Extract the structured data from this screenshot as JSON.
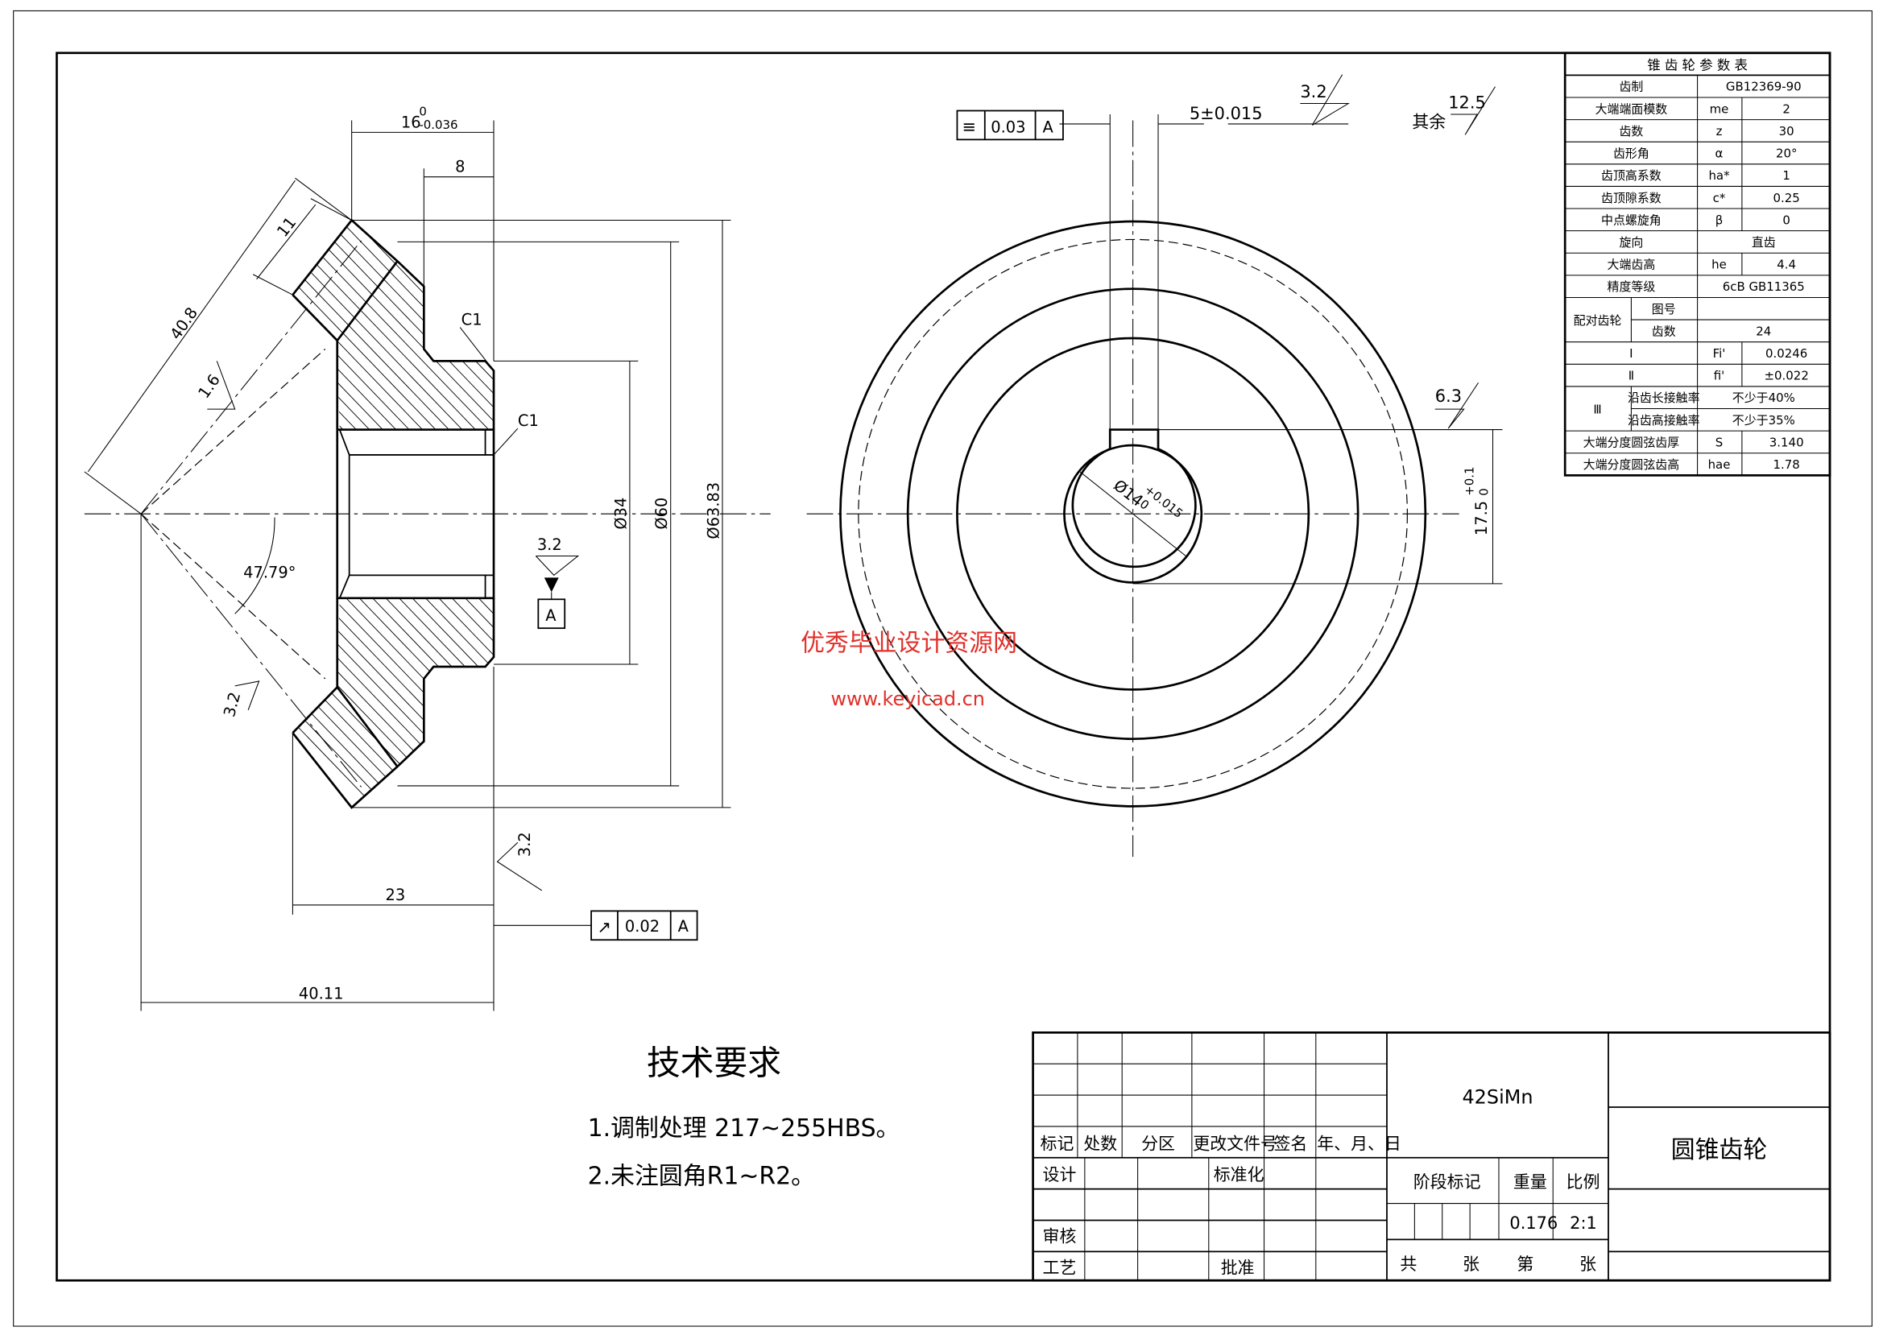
{
  "left_view": {
    "dim_16": "16",
    "dim_16_tol_upper": "0",
    "dim_16_tol_lower": "-0.036",
    "dim_8": "8",
    "dim_11": "11",
    "dim_40_8": "40.8",
    "dim_1_6": "1.6",
    "chamfer_1": "C1",
    "chamfer_2": "C1",
    "angle": "47.79°",
    "rough_3_2_a": "3.2",
    "rough_3_2_b": "3.2",
    "rough_3_2_c": "3.2",
    "datum_a": "A",
    "dia_34": "Ø34",
    "dia_60": "Ø60",
    "dia_63_83": "Ø63.83",
    "dim_23": "23",
    "dim_40_11": "40.11",
    "runout_value": "0.02",
    "runout_datum": "A"
  },
  "right_view": {
    "symmetry_value": "0.03",
    "symmetry_datum": "A",
    "keyway_width": "5±0.015",
    "rough_3_2": "3.2",
    "rough_rest_label": "其余",
    "rough_12_5": "12.5",
    "rough_6_3": "6.3",
    "bore_dia": "Ø14",
    "bore_tol_upper": "+0.015",
    "bore_tol_lower": "0",
    "key_depth": "17.5",
    "key_depth_tol_upper": "+0.1",
    "key_depth_tol_lower": "0"
  },
  "watermark": {
    "line1": "优秀毕业设计资源网",
    "line2": "www.keyicad.cn"
  },
  "tech_req": {
    "title": "技术要求",
    "items": [
      "1.调制处理 217~255HBS。",
      "2.未注圆角R1~R2。"
    ]
  },
  "param_table": {
    "title": "锥 齿 轮 参 数 表",
    "rows": [
      {
        "label": "齿制",
        "value": "GB12369-90"
      },
      {
        "label": "大端端面模数",
        "symbol": "me",
        "value": "2"
      },
      {
        "label": "齿数",
        "symbol": "z",
        "value": "30"
      },
      {
        "label": "齿形角",
        "symbol": "α",
        "value": "20°"
      },
      {
        "label": "齿顶高系数",
        "symbol": "ha*",
        "value": "1"
      },
      {
        "label": "齿顶隙系数",
        "symbol": "c*",
        "value": "0.25"
      },
      {
        "label": "中点螺旋角",
        "symbol": "β",
        "value": "0"
      },
      {
        "label": "旋向",
        "value": "直齿"
      },
      {
        "label": "大端齿高",
        "symbol": "he",
        "value": "4.4"
      },
      {
        "label": "精度等级",
        "value": "6cB GB11365"
      }
    ],
    "mating": {
      "label": "配对齿轮",
      "drawing_no_label": "图号",
      "drawing_no": "",
      "teeth_label": "齿数",
      "teeth": "24"
    },
    "group1": {
      "label": "Ⅰ",
      "symbol": "Fi'",
      "value": "0.0246"
    },
    "group2": {
      "label": "Ⅱ",
      "symbol": "fi'",
      "value": "±0.022"
    },
    "group3": {
      "label": "Ⅲ",
      "len_label": "沿齿长接触率",
      "len_value": "不少于40%",
      "height_label": "沿齿高接触率",
      "height_value": "不少于35%"
    },
    "chord_thickness": {
      "label": "大端分度圆弦齿厚",
      "symbol": "S",
      "value": "3.140"
    },
    "chord_height": {
      "label": "大端分度圆弦齿高",
      "symbol": "hae",
      "value": "1.78"
    }
  },
  "title_block": {
    "headers": [
      "标记",
      "处数",
      "分区",
      "更改文件号",
      "签名",
      "年、月、日"
    ],
    "design": "设计",
    "standardize": "标准化",
    "review": "审核",
    "process": "工艺",
    "approve": "批准",
    "material": "42SiMn",
    "stage_mark": "阶段标记",
    "weight_label": "重量",
    "scale_label": "比例",
    "weight": "0.176",
    "scale": "2:1",
    "total": "共",
    "sheets1": "张",
    "sheet_no": "第",
    "sheets2": "张",
    "part_name": "圆锥齿轮"
  }
}
